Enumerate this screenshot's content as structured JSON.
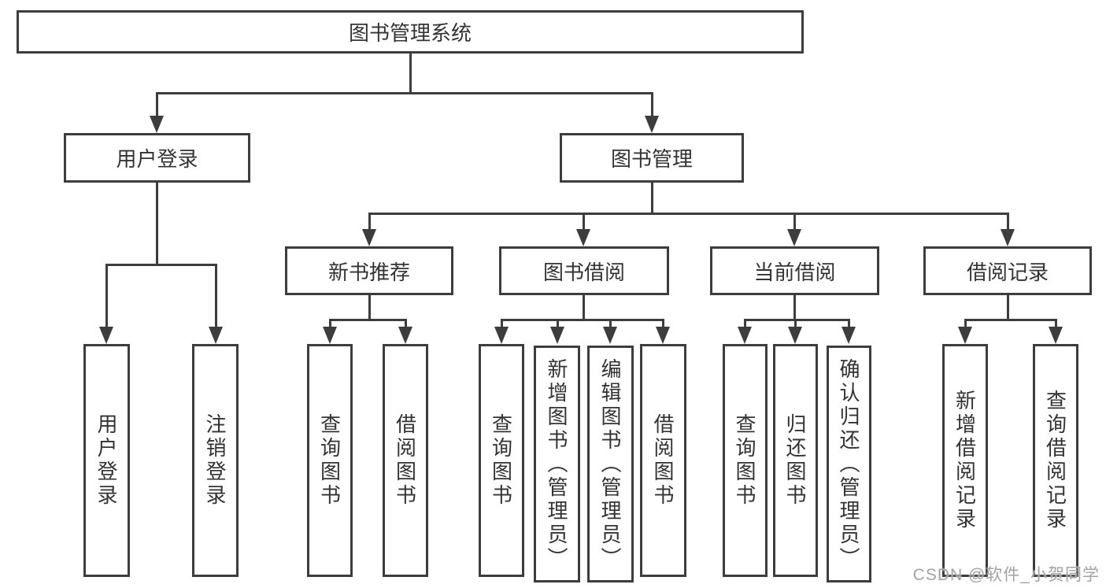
{
  "tree": {
    "label": "图书管理系统",
    "children": [
      {
        "label": "用户登录",
        "children": [
          {
            "label": "用户登录"
          },
          {
            "label": "注销登录"
          }
        ]
      },
      {
        "label": "图书管理",
        "children": [
          {
            "label": "新书推荐",
            "children": [
              {
                "label": "查询图书"
              },
              {
                "label": "借阅图书"
              }
            ]
          },
          {
            "label": "图书借阅",
            "children": [
              {
                "label": "查询图书"
              },
              {
                "label": "新增图书（管理员）"
              },
              {
                "label": "编辑图书（管理员）"
              },
              {
                "label": "借阅图书"
              }
            ]
          },
          {
            "label": "当前借阅",
            "children": [
              {
                "label": "查询图书"
              },
              {
                "label": "归还图书"
              },
              {
                "label": "确认归还（管理员）"
              }
            ]
          },
          {
            "label": "借阅记录",
            "children": [
              {
                "label": "新增借阅记录"
              },
              {
                "label": "查询借阅记录"
              }
            ]
          }
        ]
      }
    ]
  },
  "watermark": "CSDN @软件_小贺同学",
  "colors": {
    "line": "#3d3d3d",
    "text": "#333333",
    "background": "#ffffff",
    "watermark": "#a2a2a2"
  }
}
